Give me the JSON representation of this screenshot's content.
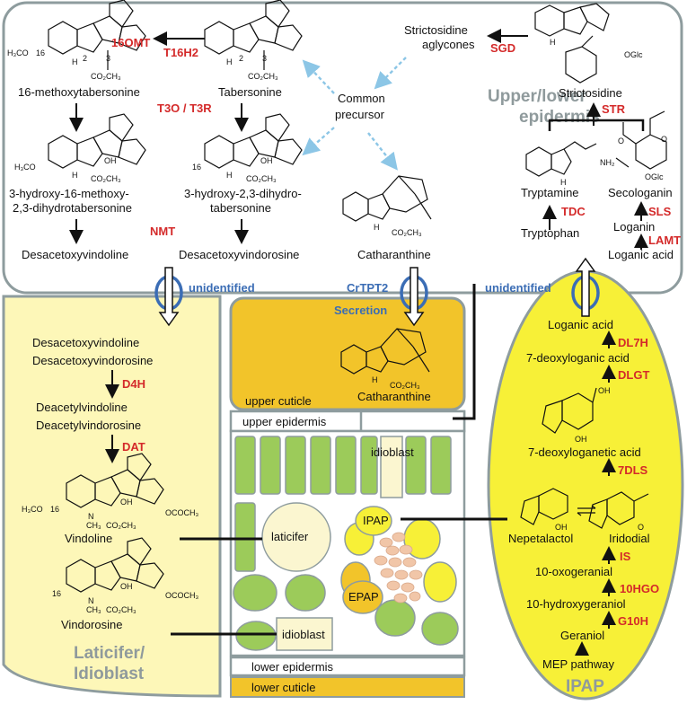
{
  "regions": {
    "epidermis_line1": "Upper/lower",
    "epidermis_line2": "epidermis",
    "laticifer_line1": "Laticifer/",
    "laticifer_line2": "Idioblast",
    "ipap": "IPAP"
  },
  "transporters": {
    "left": "unidentified",
    "center": "CrTPT2",
    "right": "unidentified",
    "secretion": "Secretion"
  },
  "epidermis": {
    "c_16_methoxytabersonine": "16-methoxytabersonine",
    "c_tabersonine": "Tabersonine",
    "e_16omt": "16OMT",
    "e_t16h2": "T16H2",
    "e_t3o_t3r": "T3O / T3R",
    "c_3_hydroxy_methoxy_l1": "3-hydroxy-16-methoxy-",
    "c_3_hydroxy_methoxy_l2": "2,3-dihydrotabersonine",
    "c_3_hydroxy_dihydro_l1": "3-hydroxy-2,3-dihydro-",
    "c_3_hydroxy_dihydro_l2": "tabersonine",
    "e_nmt": "NMT",
    "c_desacetoxyvindoline": "Desacetoxyvindoline",
    "c_desacetoxyvindorosine": "Desacetoxyvindorosine",
    "c_strictosidine_aglycones_l1": "Strictosidine",
    "c_strictosidine_aglycones_l2": "aglycones",
    "e_sgd": "SGD",
    "c_common_precursor_l1": "Common",
    "c_common_precursor_l2": "precursor",
    "c_catharanthine": "Catharanthine",
    "c_strictosidine": "Strictosidine",
    "e_str": "STR",
    "c_tryptamine": "Tryptamine",
    "e_tdc": "TDC",
    "c_tryptophan": "Tryptophan",
    "c_secologanin": "Secologanin",
    "e_sls": "SLS",
    "c_loganin": "Loganin",
    "e_lamt": "LAMT",
    "c_loganic_acid": "Loganic acid"
  },
  "laticifer": {
    "c_desacetoxyvindoline": "Desacetoxyvindoline",
    "c_desacetoxyvindorosine": "Desacetoxyvindorosine",
    "e_d4h": "D4H",
    "c_deacetylvindoline": "Deacetylvindoline",
    "c_deacetylvindorosine": "Deacetylvindorosine",
    "e_dat": "DAT",
    "c_vindoline": "Vindoline",
    "c_vindorosine": "Vindorosine"
  },
  "ipap_path": {
    "c_loganic_acid": "Loganic acid",
    "e_dl7h": "DL7H",
    "c_7_deoxyloganic_acid": "7-deoxyloganic acid",
    "e_dlgt": "DLGT",
    "c_7_deoxyloganetic_acid": "7-deoxyloganetic acid",
    "e_7dls": "7DLS",
    "c_nepetalactol": "Nepetalactol",
    "c_iridodial": "Iridodial",
    "e_is": "IS",
    "c_10_oxogeranial": "10-oxogeranial",
    "e_10hgo": "10HGO",
    "c_10_hydroxygeraniol": "10-hydroxygeraniol",
    "e_g10h": "G10H",
    "c_geraniol": "Geraniol",
    "c_mep_pathway": "MEP pathway"
  },
  "leaf": {
    "upper_cuticle": "upper cuticle",
    "upper_epidermis": "upper epidermis",
    "idioblast_top": "idioblast",
    "laticifer": "laticifer",
    "ipap": "IPAP",
    "epap": "EPAP",
    "idioblast_bottom": "idioblast",
    "lower_epidermis": "lower epidermis",
    "lower_cuticle": "lower cuticle",
    "catharanthine_secreted": "Catharanthine"
  },
  "atoms": {
    "h3co": "H₃CO",
    "co2ch3": "CO₂CH₃",
    "ococh3": "OCOCH₃",
    "oh": "OH",
    "h": "H",
    "n": "N",
    "ch3": "CH₃",
    "oglc": "OGlc",
    "nh2": "NH₂",
    "o": "O",
    "num16": "16",
    "num2": "2",
    "num3": "3",
    "h7co": "H₃CO"
  },
  "colors": {
    "epidermis_fill": "#ffffff",
    "region_border": "#8e9c9e",
    "laticifer_fill": "#fdf7b8",
    "ipap_fill": "#f7f037",
    "secretion_fill": "#f2c42a",
    "cell_green": "#9ccb5a",
    "idioblast_fill": "#fbf6d0",
    "enzyme_red": "#d42a2a",
    "transporter_blue": "#3b6db5"
  }
}
